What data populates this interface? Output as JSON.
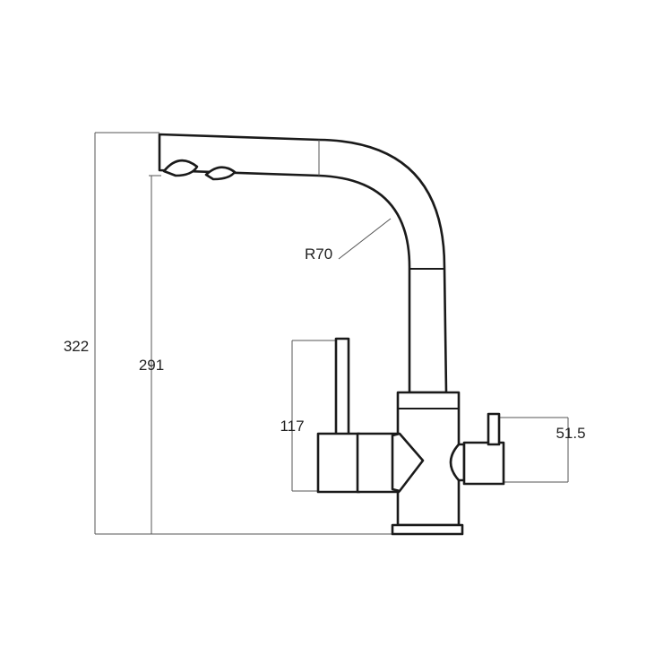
{
  "drawing": {
    "subject": "pull-out kitchen faucet side elevation",
    "dimensions": {
      "overall_height": "322",
      "spout_height": "291",
      "lever_height": "117",
      "side_knob_height": "51.5",
      "bend_radius": "R70"
    }
  }
}
